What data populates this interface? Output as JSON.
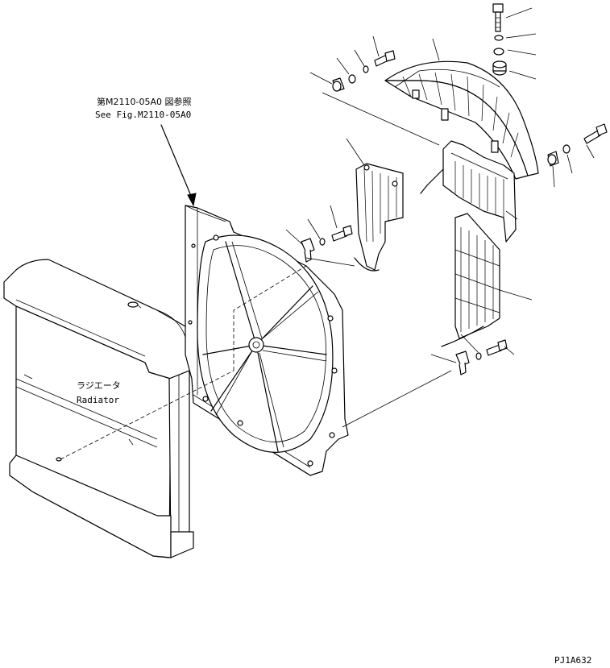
{
  "callouts": {
    "ref_ja": "第M2110-05A0 図参照",
    "ref_en": "See Fig.M2110-05A0",
    "radiator_ja": "ラジエータ",
    "radiator_en": "Radiator"
  },
  "drawing_id": "PJ1A632",
  "icons": {
    "bolt": "hex-bolt-icon",
    "washer": "washer-icon",
    "nut": "nut-icon"
  }
}
